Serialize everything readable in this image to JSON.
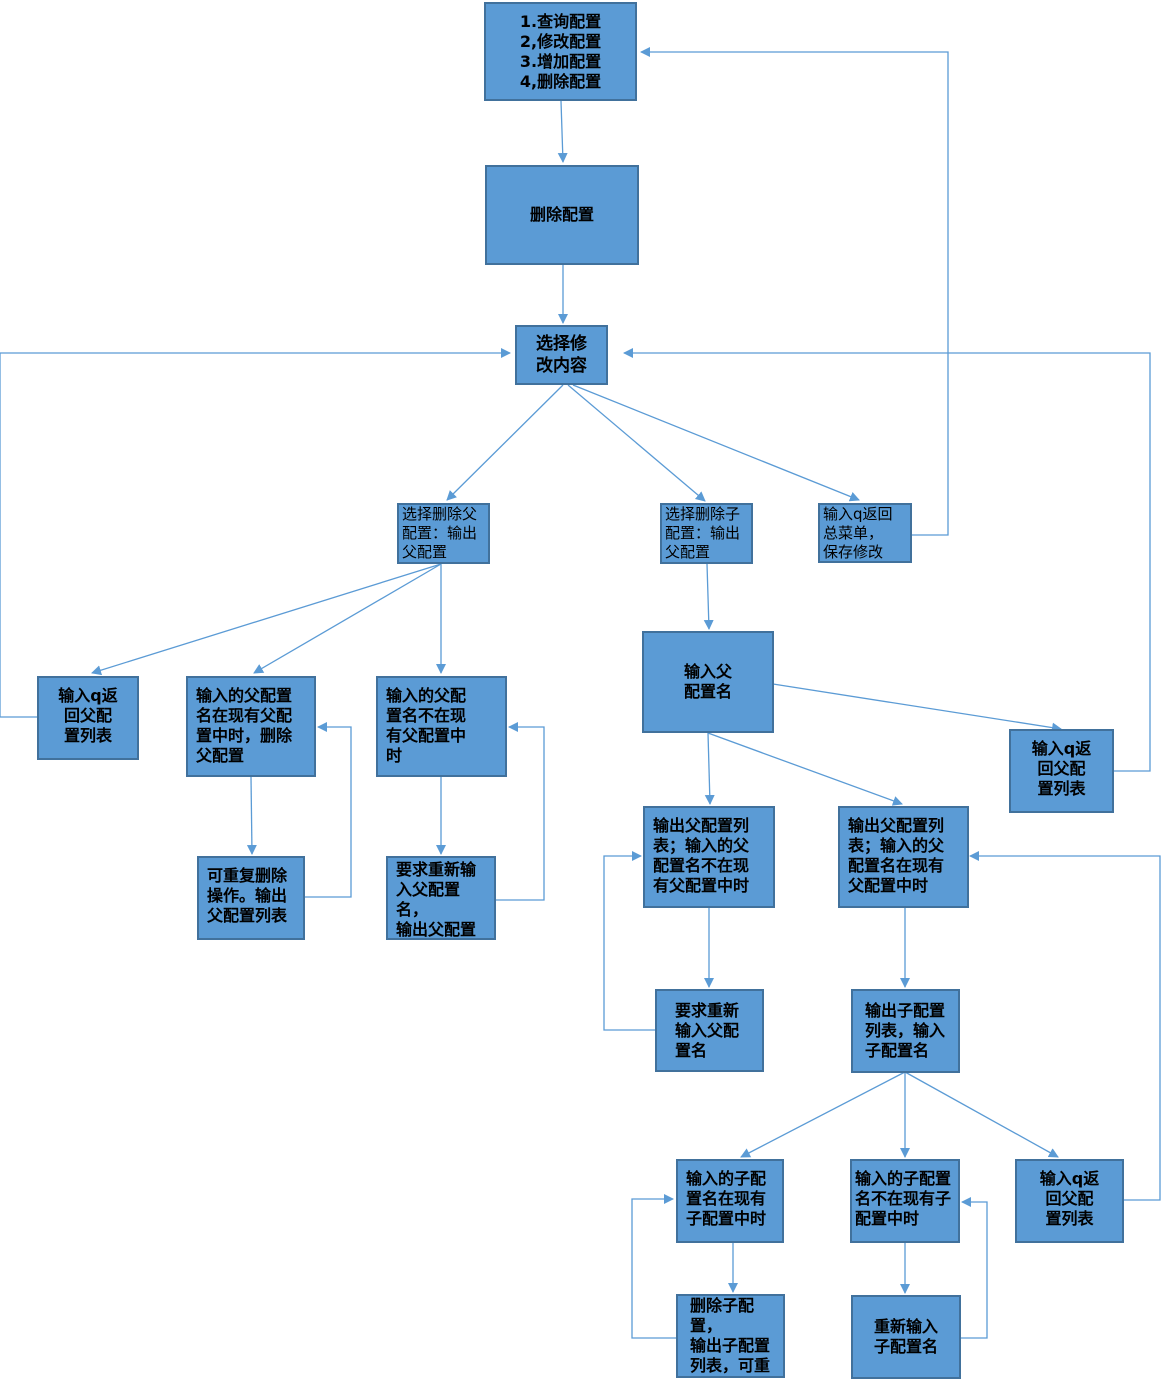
{
  "nodes": {
    "main_menu": "1.查询配置\n2,修改配置\n3.增加配置\n4,删除配置",
    "delete_config": "删除配置",
    "choose_content": "选择修\n改内容",
    "choose_delete_parent": "选择删除父\n配置：输出\n父配置",
    "choose_delete_child": "选择删除子\n配置：输出\n父配置",
    "q_main_menu": "输入q返回\n总菜单，\n保存修改",
    "p_q_back": "输入q返\n回父配\n置列表",
    "p_exists": "输入的父配置\n名在现有父配\n置中时，删除\n父配置",
    "p_not_exists": "输入的父配\n置名不在现\n有父配置中\n时",
    "p_repeat_delete": "可重复删除\n操作。输出\n父配置列表",
    "p_reenter": "要求重新输\n入父配置名，\n输出父配置\n列表",
    "c_enter_parent": "输入父\n配置名",
    "c_q_back_parent": "输入q返\n回父配\n置列表",
    "c_parent_not_exists": "输出父配置列\n表；输入的父\n配置名不在现\n有父配置中时",
    "c_parent_exists": "输出父配置列\n表；输入的父\n配置名在现有\n父配置中时",
    "c_reenter_parent": "要求重新\n输入父配\n置名",
    "c_output_child_list": "输出子配置\n列表，输入\n子配置名",
    "c_child_exists": "输入的子配\n置名在现有\n子配置中时",
    "c_child_not_exists": "输入的子配置\n名不在现有子\n配置中时",
    "c_q_back_list": "输入q返\n回父配\n置列表",
    "c_delete_child": "删除子配置，\n输出子配置\n列表，可重\n复删除操作",
    "c_reenter_child": "重新输入\n子配置名"
  },
  "colors": {
    "box_fill": "#5b9bd5",
    "box_border": "#41719c",
    "connector": "#5b9bd5"
  }
}
